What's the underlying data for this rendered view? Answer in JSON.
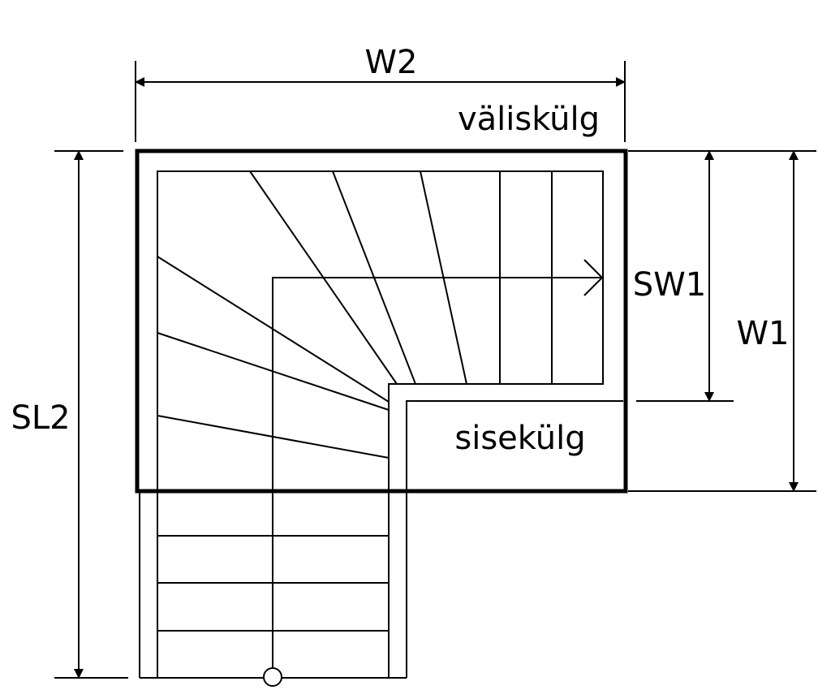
{
  "diagram": {
    "labels": {
      "w2": "W2",
      "outer_side": "väliskülg",
      "sw1": "SW1",
      "w1": "W1",
      "sl2": "SL2",
      "inner_side": "sisekülg"
    },
    "colors": {
      "line": "#000000",
      "background": "#ffffff"
    }
  }
}
